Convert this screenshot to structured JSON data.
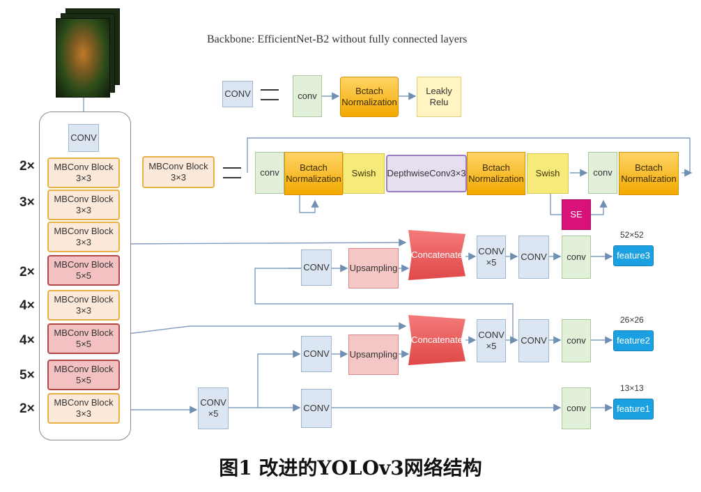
{
  "title": "Backbone: EfficientNet-B2 without fully connected layers",
  "caption": "图1  改进的YOLOv3网络结构",
  "legend": {
    "conv_lhs": "CONV",
    "conv": "conv",
    "bn": [
      "Bctach",
      "Normalization"
    ],
    "leaky": [
      "Leakly",
      "Relu"
    ]
  },
  "mbconv_detail": {
    "block": [
      "MBConv Block",
      "3×3"
    ],
    "conv1": "conv",
    "bn1": [
      "Bctach",
      "Normalization"
    ],
    "swish1": "Swish",
    "dw": "DepthwiseConv3×3",
    "bn2": [
      "Bctach",
      "Normalization"
    ],
    "swish2": "Swish",
    "se": "SE",
    "conv2": "conv",
    "bn3": [
      "Bctach",
      "Normalization"
    ]
  },
  "backbone": {
    "conv": "CONV",
    "blocks": [
      {
        "mult": "2×",
        "label": [
          "MBConv Block",
          "3×3"
        ],
        "style": "o"
      },
      {
        "mult": "3×",
        "label": [
          "MBConv Block",
          "3×3"
        ],
        "style": "o"
      },
      {
        "mult": "",
        "label": [
          "MBConv Block",
          "3×3"
        ],
        "style": "o"
      },
      {
        "mult": "2×",
        "label": [
          "MBConv Block",
          "5×5"
        ],
        "style": "r"
      },
      {
        "mult": "4×",
        "label": [
          "MBConv Block",
          "3×3"
        ],
        "style": "o"
      },
      {
        "mult": "4×",
        "label": [
          "MBConv Block",
          "5×5"
        ],
        "style": "r"
      },
      {
        "mult": "5×",
        "label": [
          "MBConv Block",
          "5×5"
        ],
        "style": "r"
      },
      {
        "mult": "2×",
        "label": [
          "MBConv Block",
          "3×3"
        ],
        "style": "o"
      }
    ]
  },
  "neck": {
    "conv": "CONV",
    "upsampling": "Upsampling",
    "concatenate": "Concatenate",
    "conv_x5": [
      "CONV",
      "×5"
    ],
    "small_conv": "conv"
  },
  "outputs": [
    {
      "label": "feature3",
      "size": "52×52"
    },
    {
      "label": "feature2",
      "size": "26×26"
    },
    {
      "label": "feature1",
      "size": "13×13"
    }
  ]
}
